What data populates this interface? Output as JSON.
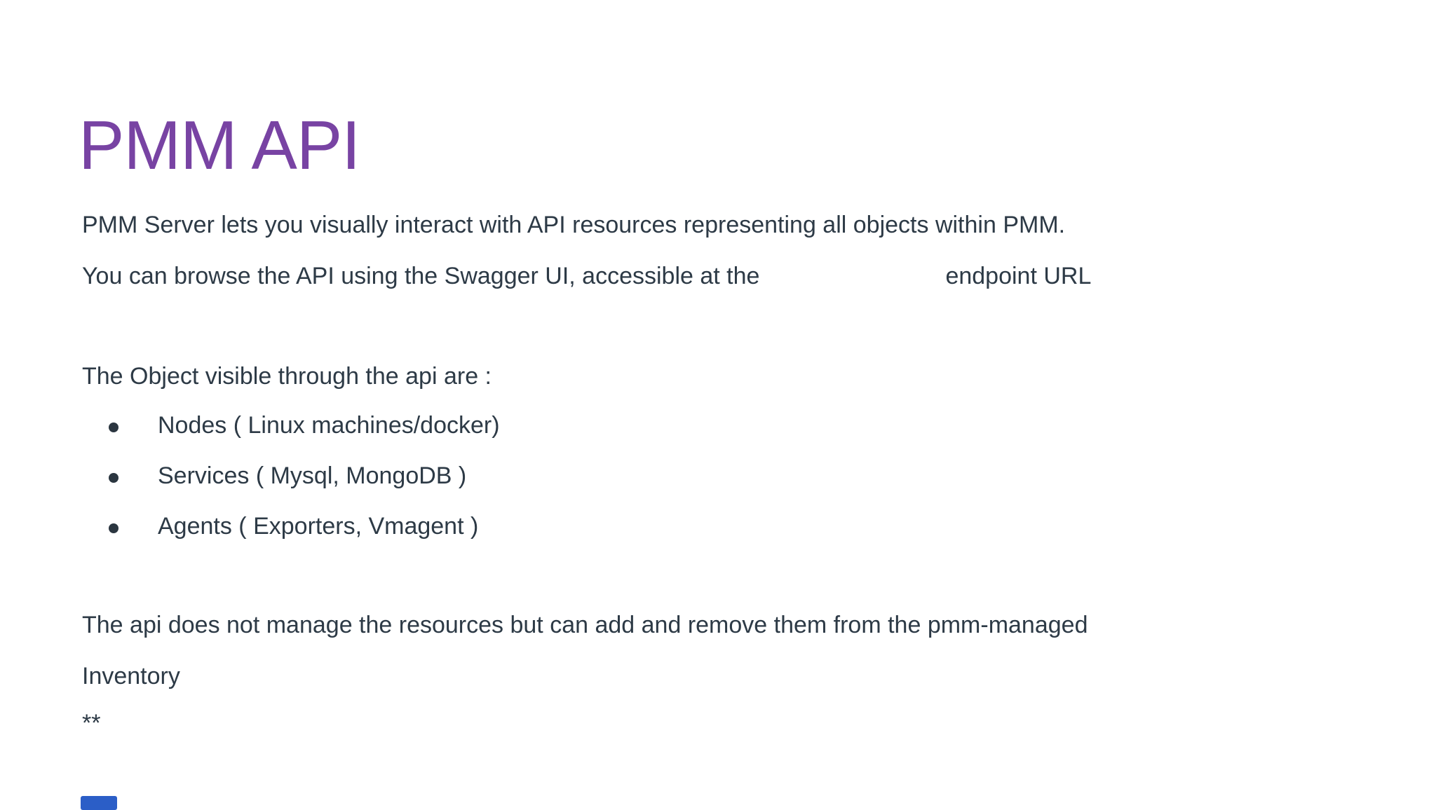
{
  "slide": {
    "title": "PMM API",
    "intro": {
      "line1": "PMM Server lets you visually interact with API resources representing all objects within PMM.",
      "line2_start": "You can browse the API using the Swagger UI, accessible at the",
      "line2_end": "endpoint URL"
    },
    "objects": {
      "heading": "The Object visible through the api are :",
      "items": [
        {
          "label": "Nodes ( Linux machines/docker)"
        },
        {
          "label": "Services ( Mysql, MongoDB )"
        },
        {
          "label": "Agents ( Exporters, Vmagent )"
        }
      ]
    },
    "note": {
      "line1": "The api does not manage the resources but can add and remove them from the pmm-managed",
      "line2": "Inventory",
      "footnote": "**"
    },
    "colors": {
      "title_purple": "#7843a3",
      "body_text": "#2d3a46",
      "background": "#ffffff",
      "bottom_bar_blue": "#2b5ec7"
    }
  }
}
